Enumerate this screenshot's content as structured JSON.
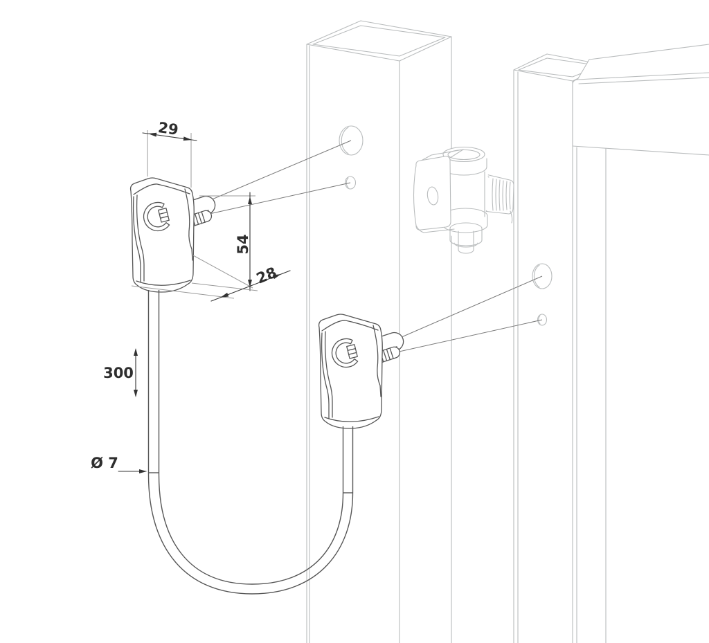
{
  "drawing": {
    "background": "#ffffff",
    "dimension_labels": {
      "bracket_width": "29",
      "bracket_height": "54",
      "bracket_depth": "28",
      "cable_length": "300",
      "cable_diameter": "Ø 7"
    },
    "colors": {
      "context_lines": "#b9bcbd",
      "product_lines": "#555555",
      "leader_lines": "#7a7a7a",
      "dimension_lines": "#333333",
      "dimension_text": "#2e2e2e"
    },
    "icons": {
      "brand_logo": "locinox-lock-logo"
    }
  }
}
